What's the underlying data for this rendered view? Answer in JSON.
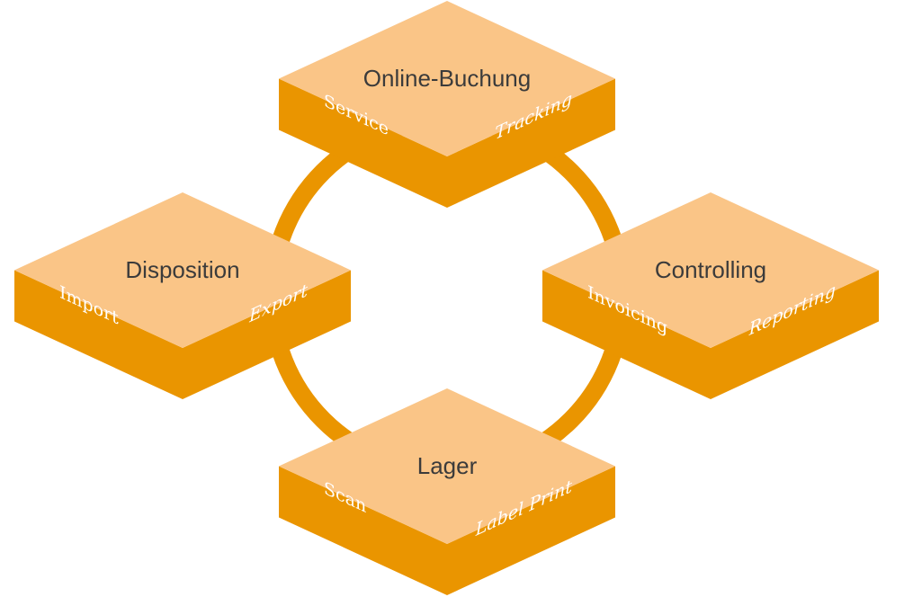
{
  "diagram": {
    "colors": {
      "top_face": "#FAC587",
      "side_face": "#EA9500",
      "ring": "#EA9500",
      "title_text": "#3b3b3b",
      "side_text": "#ffffff"
    },
    "blocks": [
      {
        "id": "online-buchung",
        "title": "Online-Buchung",
        "left_label": "Service",
        "right_label": "Tracking"
      },
      {
        "id": "disposition",
        "title": "Disposition",
        "left_label": "Import",
        "right_label": "Export"
      },
      {
        "id": "controlling",
        "title": "Controlling",
        "left_label": "Invoicing",
        "right_label": "Reporting"
      },
      {
        "id": "lager",
        "title": "Lager",
        "left_label": "Scan",
        "right_label": "Label Print"
      }
    ],
    "connections": "cycle connecting all four modules"
  }
}
